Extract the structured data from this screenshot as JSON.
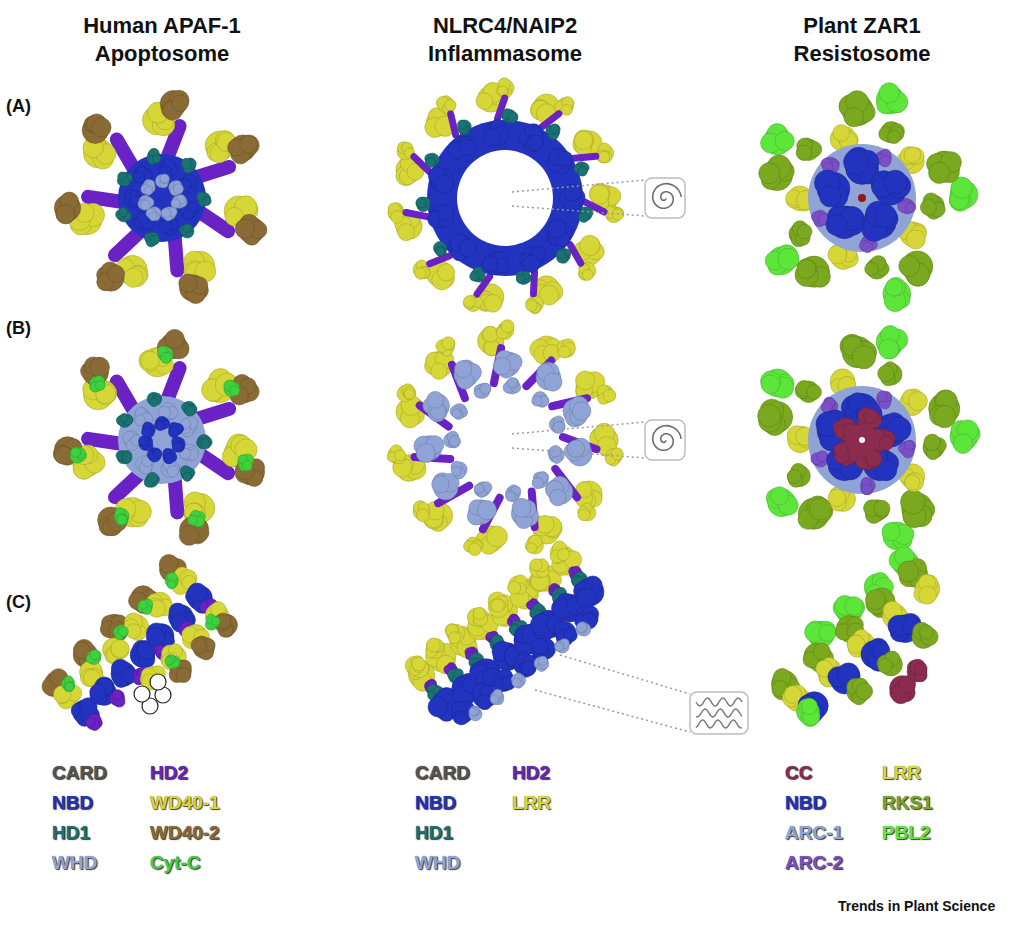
{
  "diagram": {
    "labels": [
      "Human APAF-1 Apoptosome",
      "NLRC4/NAIP2 Inflammasome",
      "Plant ZAR1 Resistosome",
      "(A)",
      "(B)",
      "(C)",
      "Trends in Plant Science"
    ],
    "legend": [
      {
        "text": "CARD",
        "color": "#555555"
      },
      {
        "text": "NBD",
        "color": "#2233c0"
      },
      {
        "text": "HD1",
        "color": "#1a7272"
      },
      {
        "text": "WHD",
        "color": "#8fa3d6"
      },
      {
        "text": "HD2",
        "color": "#6a22c4"
      },
      {
        "text": "WD40-1",
        "color": "#d6d636"
      },
      {
        "text": "WD40-2",
        "color": "#8b6b35"
      },
      {
        "text": "Cyt-C",
        "color": "#3ed13e"
      },
      {
        "text": "CARD",
        "color": "#555555"
      },
      {
        "text": "NBD",
        "color": "#2233c0"
      },
      {
        "text": "HD1",
        "color": "#1a7272"
      },
      {
        "text": "WHD",
        "color": "#8fa3d6"
      },
      {
        "text": "HD2",
        "color": "#6a22c4"
      },
      {
        "text": "LRR",
        "color": "#d6d636"
      },
      {
        "text": "CC",
        "color": "#8b2c4e"
      },
      {
        "text": "NBD",
        "color": "#2233c0"
      },
      {
        "text": "ARC-1",
        "color": "#8fa3d6"
      },
      {
        "text": "ARC-2",
        "color": "#7b4fc8"
      },
      {
        "text": "LRR",
        "color": "#d6d636"
      },
      {
        "text": "RKS1",
        "color": "#7aa81e"
      },
      {
        "text": "PBL2",
        "color": "#5ce63a"
      }
    ]
  }
}
